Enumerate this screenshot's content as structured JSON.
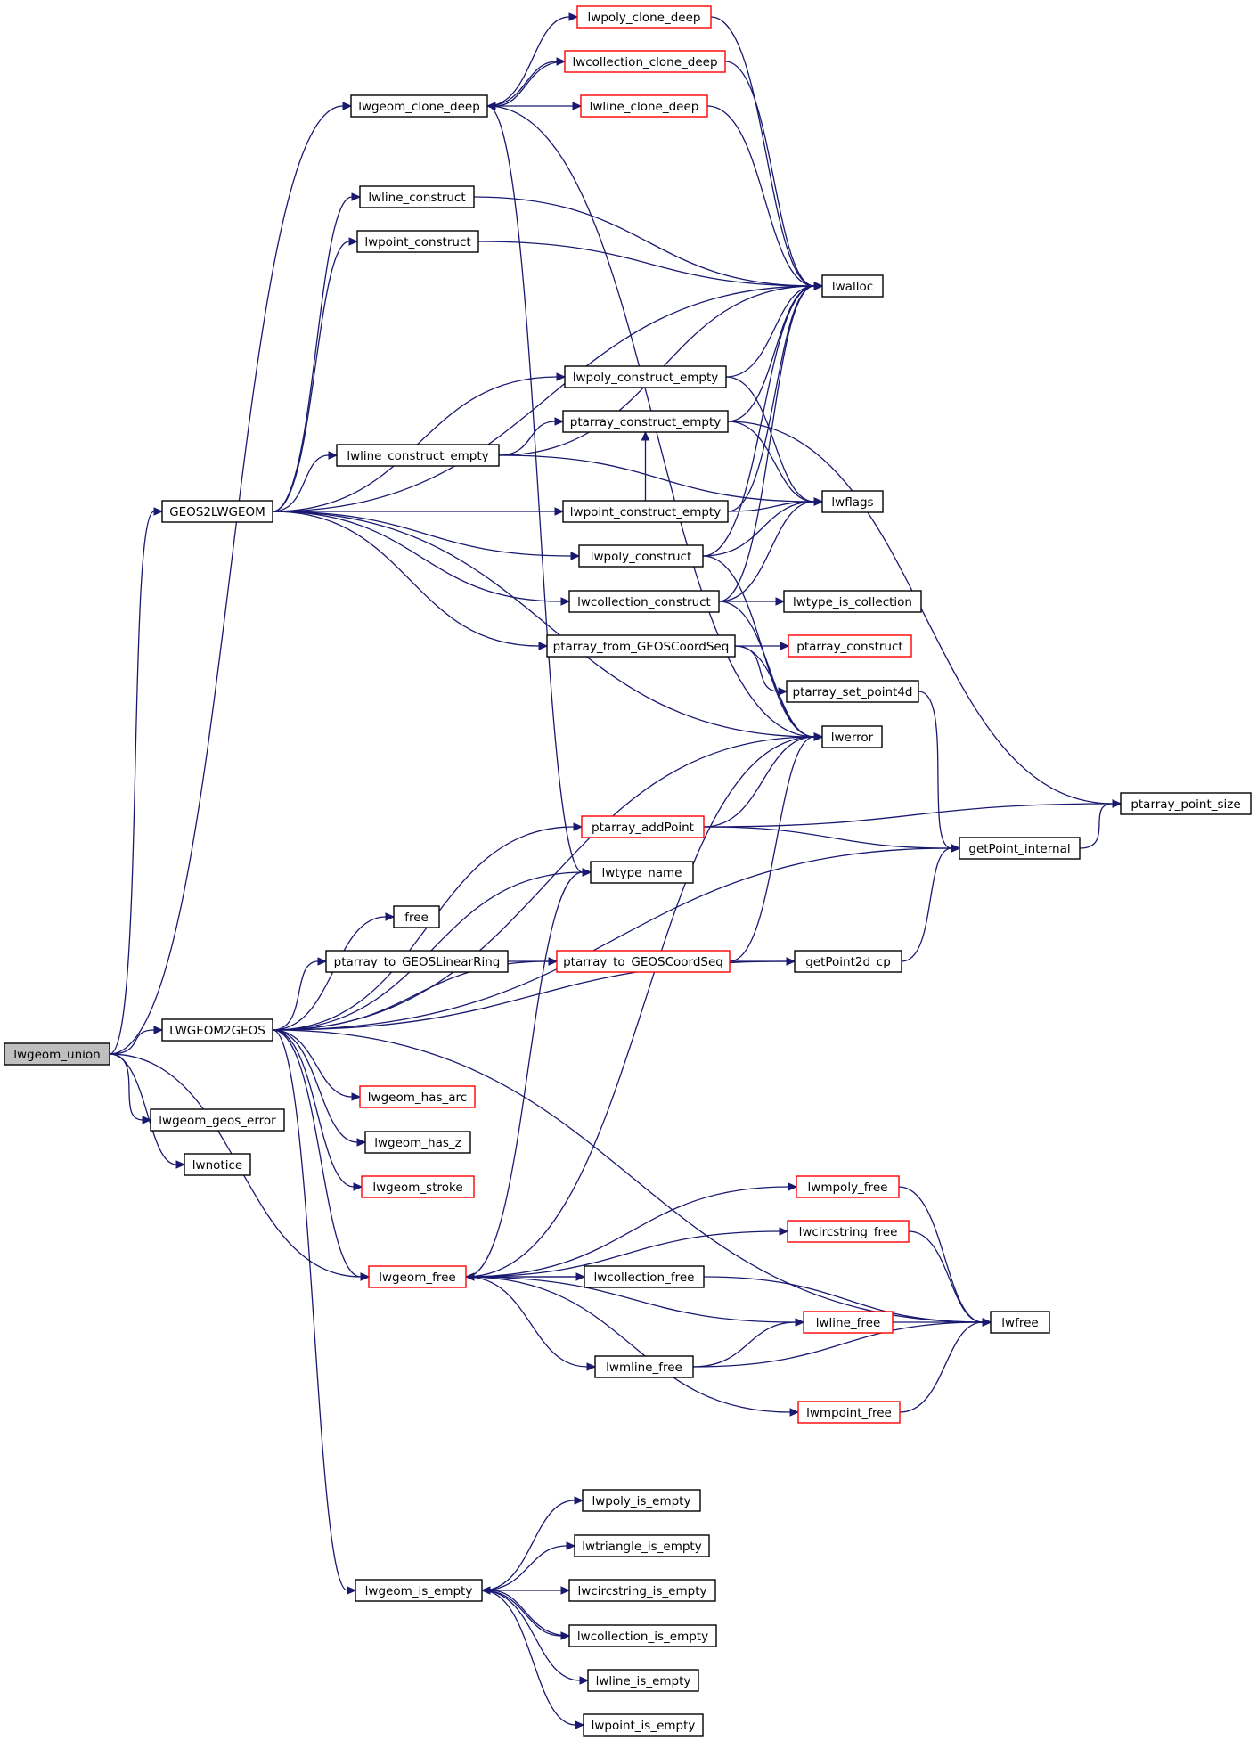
{
  "graph": {
    "nodes": [
      {
        "id": "lwgeom_union",
        "label": "lwgeom_union",
        "style": "root"
      },
      {
        "id": "lwgeom_clone_deep",
        "label": "lwgeom_clone_deep",
        "style": "normal"
      },
      {
        "id": "lwpoly_clone_deep",
        "label": "lwpoly_clone_deep",
        "style": "red"
      },
      {
        "id": "lwcollection_clone_deep",
        "label": "lwcollection_clone_deep",
        "style": "red"
      },
      {
        "id": "lwline_clone_deep",
        "label": "lwline_clone_deep",
        "style": "red"
      },
      {
        "id": "lwalloc",
        "label": "lwalloc",
        "style": "normal"
      },
      {
        "id": "lwline_construct",
        "label": "lwline_construct",
        "style": "normal"
      },
      {
        "id": "lwpoint_construct",
        "label": "lwpoint_construct",
        "style": "normal"
      },
      {
        "id": "lwpoly_construct_empty",
        "label": "lwpoly_construct_empty",
        "style": "normal"
      },
      {
        "id": "ptarray_construct_empty",
        "label": "ptarray_construct_empty",
        "style": "normal"
      },
      {
        "id": "lwline_construct_empty",
        "label": "lwline_construct_empty",
        "style": "normal"
      },
      {
        "id": "lwflags",
        "label": "lwflags",
        "style": "normal"
      },
      {
        "id": "GEOS2LWGEOM",
        "label": "GEOS2LWGEOM",
        "style": "normal"
      },
      {
        "id": "lwpoint_construct_empty",
        "label": "lwpoint_construct_empty",
        "style": "normal"
      },
      {
        "id": "lwpoly_construct",
        "label": "lwpoly_construct",
        "style": "normal"
      },
      {
        "id": "lwcollection_construct",
        "label": "lwcollection_construct",
        "style": "normal"
      },
      {
        "id": "lwtype_is_collection",
        "label": "lwtype_is_collection",
        "style": "normal"
      },
      {
        "id": "ptarray_from_GEOSCoordSeq",
        "label": "ptarray_from_GEOSCoordSeq",
        "style": "normal"
      },
      {
        "id": "ptarray_construct",
        "label": "ptarray_construct",
        "style": "red"
      },
      {
        "id": "ptarray_set_point4d",
        "label": "ptarray_set_point4d",
        "style": "normal"
      },
      {
        "id": "lwerror",
        "label": "lwerror",
        "style": "normal"
      },
      {
        "id": "ptarray_point_size",
        "label": "ptarray_point_size",
        "style": "normal"
      },
      {
        "id": "ptarray_addPoint",
        "label": "ptarray_addPoint",
        "style": "red"
      },
      {
        "id": "getPoint_internal",
        "label": "getPoint_internal",
        "style": "normal"
      },
      {
        "id": "lwtype_name",
        "label": "lwtype_name",
        "style": "normal"
      },
      {
        "id": "free",
        "label": "free",
        "style": "normal"
      },
      {
        "id": "ptarray_to_GEOSLinearRing",
        "label": "ptarray_to_GEOSLinearRing",
        "style": "normal"
      },
      {
        "id": "ptarray_to_GEOSCoordSeq",
        "label": "ptarray_to_GEOSCoordSeq",
        "style": "red"
      },
      {
        "id": "getPoint2d_cp",
        "label": "getPoint2d_cp",
        "style": "normal"
      },
      {
        "id": "LWGEOM2GEOS",
        "label": "LWGEOM2GEOS",
        "style": "normal"
      },
      {
        "id": "lwgeom_has_arc",
        "label": "lwgeom_has_arc",
        "style": "red"
      },
      {
        "id": "lwgeom_geos_error",
        "label": "lwgeom_geos_error",
        "style": "normal"
      },
      {
        "id": "lwgeom_has_z",
        "label": "lwgeom_has_z",
        "style": "normal"
      },
      {
        "id": "lwnotice",
        "label": "lwnotice",
        "style": "normal"
      },
      {
        "id": "lwgeom_stroke",
        "label": "lwgeom_stroke",
        "style": "red"
      },
      {
        "id": "lwmpoly_free",
        "label": "lwmpoly_free",
        "style": "red"
      },
      {
        "id": "lwcircstring_free",
        "label": "lwcircstring_free",
        "style": "red"
      },
      {
        "id": "lwgeom_free",
        "label": "lwgeom_free",
        "style": "red"
      },
      {
        "id": "lwcollection_free",
        "label": "lwcollection_free",
        "style": "normal"
      },
      {
        "id": "lwfree",
        "label": "lwfree",
        "style": "normal"
      },
      {
        "id": "lwline_free",
        "label": "lwline_free",
        "style": "red"
      },
      {
        "id": "lwmline_free",
        "label": "lwmline_free",
        "style": "normal"
      },
      {
        "id": "lwmpoint_free",
        "label": "lwmpoint_free",
        "style": "red"
      },
      {
        "id": "lwpoly_is_empty",
        "label": "lwpoly_is_empty",
        "style": "normal"
      },
      {
        "id": "lwtriangle_is_empty",
        "label": "lwtriangle_is_empty",
        "style": "normal"
      },
      {
        "id": "lwgeom_is_empty",
        "label": "lwgeom_is_empty",
        "style": "normal"
      },
      {
        "id": "lwcircstring_is_empty",
        "label": "lwcircstring_is_empty",
        "style": "normal"
      },
      {
        "id": "lwcollection_is_empty",
        "label": "lwcollection_is_empty",
        "style": "normal"
      },
      {
        "id": "lwline_is_empty",
        "label": "lwline_is_empty",
        "style": "normal"
      },
      {
        "id": "lwpoint_is_empty",
        "label": "lwpoint_is_empty",
        "style": "normal"
      }
    ],
    "edges": [
      [
        "lwgeom_union",
        "lwgeom_clone_deep"
      ],
      [
        "lwgeom_union",
        "GEOS2LWGEOM"
      ],
      [
        "lwgeom_union",
        "LWGEOM2GEOS"
      ],
      [
        "lwgeom_union",
        "lwgeom_geos_error"
      ],
      [
        "lwgeom_union",
        "lwnotice"
      ],
      [
        "lwgeom_union",
        "lwgeom_free"
      ],
      [
        "lwgeom_clone_deep",
        "lwpoly_clone_deep"
      ],
      [
        "lwgeom_clone_deep",
        "lwcollection_clone_deep"
      ],
      [
        "lwgeom_clone_deep",
        "lwline_clone_deep"
      ],
      [
        "lwgeom_clone_deep",
        "lwerror"
      ],
      [
        "lwgeom_clone_deep",
        "lwtype_name"
      ],
      [
        "lwpoly_clone_deep",
        "lwalloc"
      ],
      [
        "lwcollection_clone_deep",
        "lwalloc"
      ],
      [
        "lwcollection_clone_deep",
        "lwgeom_clone_deep"
      ],
      [
        "lwline_clone_deep",
        "lwalloc"
      ],
      [
        "lwline_construct",
        "lwalloc"
      ],
      [
        "lwpoint_construct",
        "lwalloc"
      ],
      [
        "lwpoly_construct_empty",
        "lwalloc"
      ],
      [
        "lwpoly_construct_empty",
        "lwflags"
      ],
      [
        "ptarray_construct_empty",
        "lwalloc"
      ],
      [
        "ptarray_construct_empty",
        "lwflags"
      ],
      [
        "ptarray_construct_empty",
        "ptarray_point_size"
      ],
      [
        "lwline_construct_empty",
        "lwalloc"
      ],
      [
        "lwline_construct_empty",
        "ptarray_construct_empty"
      ],
      [
        "lwline_construct_empty",
        "lwflags"
      ],
      [
        "lwpoint_construct_empty",
        "lwalloc"
      ],
      [
        "lwpoint_construct_empty",
        "lwflags"
      ],
      [
        "lwpoint_construct_empty",
        "ptarray_construct_empty"
      ],
      [
        "lwpoly_construct",
        "lwalloc"
      ],
      [
        "lwpoly_construct",
        "lwflags"
      ],
      [
        "lwpoly_construct",
        "lwerror"
      ],
      [
        "lwcollection_construct",
        "lwalloc"
      ],
      [
        "lwcollection_construct",
        "lwflags"
      ],
      [
        "lwcollection_construct",
        "lwtype_is_collection"
      ],
      [
        "lwcollection_construct",
        "lwerror"
      ],
      [
        "ptarray_from_GEOSCoordSeq",
        "ptarray_construct"
      ],
      [
        "ptarray_from_GEOSCoordSeq",
        "ptarray_set_point4d"
      ],
      [
        "ptarray_from_GEOSCoordSeq",
        "lwerror"
      ],
      [
        "ptarray_set_point4d",
        "getPoint_internal"
      ],
      [
        "GEOS2LWGEOM",
        "lwalloc"
      ],
      [
        "GEOS2LWGEOM",
        "lwline_construct"
      ],
      [
        "GEOS2LWGEOM",
        "lwpoint_construct"
      ],
      [
        "GEOS2LWGEOM",
        "lwpoly_construct_empty"
      ],
      [
        "GEOS2LWGEOM",
        "lwline_construct_empty"
      ],
      [
        "GEOS2LWGEOM",
        "lwpoint_construct_empty"
      ],
      [
        "GEOS2LWGEOM",
        "lwpoly_construct"
      ],
      [
        "GEOS2LWGEOM",
        "lwcollection_construct"
      ],
      [
        "GEOS2LWGEOM",
        "ptarray_from_GEOSCoordSeq"
      ],
      [
        "GEOS2LWGEOM",
        "lwerror"
      ],
      [
        "ptarray_addPoint",
        "lwerror"
      ],
      [
        "ptarray_addPoint",
        "ptarray_point_size"
      ],
      [
        "ptarray_addPoint",
        "getPoint_internal"
      ],
      [
        "getPoint_internal",
        "ptarray_point_size"
      ],
      [
        "ptarray_to_GEOSLinearRing",
        "ptarray_to_GEOSCoordSeq"
      ],
      [
        "ptarray_to_GEOSCoordSeq",
        "lwerror"
      ],
      [
        "ptarray_to_GEOSCoordSeq",
        "getPoint2d_cp"
      ],
      [
        "getPoint2d_cp",
        "getPoint_internal"
      ],
      [
        "LWGEOM2GEOS",
        "lwerror"
      ],
      [
        "LWGEOM2GEOS",
        "ptarray_addPoint"
      ],
      [
        "LWGEOM2GEOS",
        "lwtype_name"
      ],
      [
        "LWGEOM2GEOS",
        "free"
      ],
      [
        "LWGEOM2GEOS",
        "ptarray_to_GEOSLinearRing"
      ],
      [
        "LWGEOM2GEOS",
        "ptarray_to_GEOSCoordSeq"
      ],
      [
        "LWGEOM2GEOS",
        "getPoint2d_cp"
      ],
      [
        "LWGEOM2GEOS",
        "lwgeom_has_arc"
      ],
      [
        "LWGEOM2GEOS",
        "lwgeom_has_z"
      ],
      [
        "LWGEOM2GEOS",
        "lwgeom_stroke"
      ],
      [
        "LWGEOM2GEOS",
        "getPoint_internal"
      ],
      [
        "LWGEOM2GEOS",
        "lwgeom_free"
      ],
      [
        "LWGEOM2GEOS",
        "lwfree"
      ],
      [
        "LWGEOM2GEOS",
        "lwgeom_is_empty"
      ],
      [
        "lwgeom_free",
        "lwmpoly_free"
      ],
      [
        "lwgeom_free",
        "lwcircstring_free"
      ],
      [
        "lwgeom_free",
        "lwcollection_free"
      ],
      [
        "lwgeom_free",
        "lwline_free"
      ],
      [
        "lwgeom_free",
        "lwmline_free"
      ],
      [
        "lwgeom_free",
        "lwmpoint_free"
      ],
      [
        "lwgeom_free",
        "lwtype_name"
      ],
      [
        "lwgeom_free",
        "lwerror"
      ],
      [
        "lwcollection_free",
        "lwgeom_free"
      ],
      [
        "lwcollection_free",
        "lwfree"
      ],
      [
        "lwmpoly_free",
        "lwfree"
      ],
      [
        "lwcircstring_free",
        "lwfree"
      ],
      [
        "lwline_free",
        "lwfree"
      ],
      [
        "lwmline_free",
        "lwline_free"
      ],
      [
        "lwmline_free",
        "lwfree"
      ],
      [
        "lwmpoint_free",
        "lwfree"
      ],
      [
        "lwgeom_is_empty",
        "lwpoly_is_empty"
      ],
      [
        "lwgeom_is_empty",
        "lwtriangle_is_empty"
      ],
      [
        "lwgeom_is_empty",
        "lwcircstring_is_empty"
      ],
      [
        "lwgeom_is_empty",
        "lwcollection_is_empty"
      ],
      [
        "lwgeom_is_empty",
        "lwline_is_empty"
      ],
      [
        "lwgeom_is_empty",
        "lwpoint_is_empty"
      ],
      [
        "lwcollection_is_empty",
        "lwgeom_is_empty"
      ]
    ]
  }
}
